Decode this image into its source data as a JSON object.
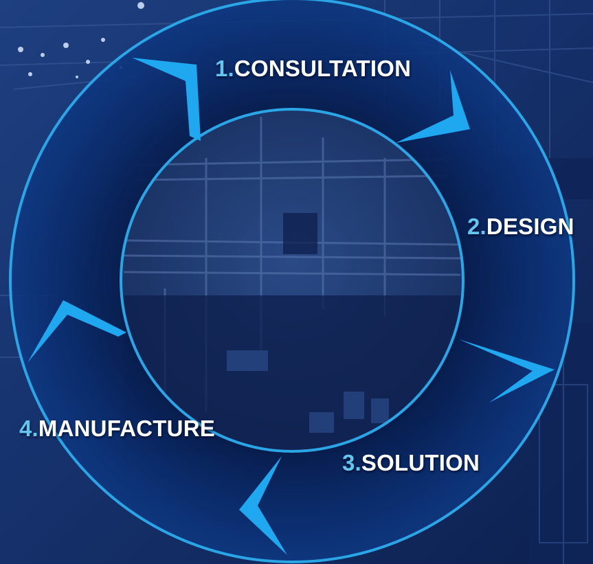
{
  "diagram": {
    "type": "cycle",
    "steps": [
      {
        "number": "1.",
        "label": "CONSULTATION"
      },
      {
        "number": "2.",
        "label": "DESIGN"
      },
      {
        "number": "3.",
        "label": "SOLUTION"
      },
      {
        "number": "4.",
        "label": "MANUFACTURE"
      }
    ],
    "colors": {
      "ring": "#0a2a66",
      "ring_edge": "#2aa6e6",
      "arrow": "#22a9ee",
      "number_text": "#62c6ee",
      "label_text": "#ffffff",
      "background": "#173066"
    }
  }
}
